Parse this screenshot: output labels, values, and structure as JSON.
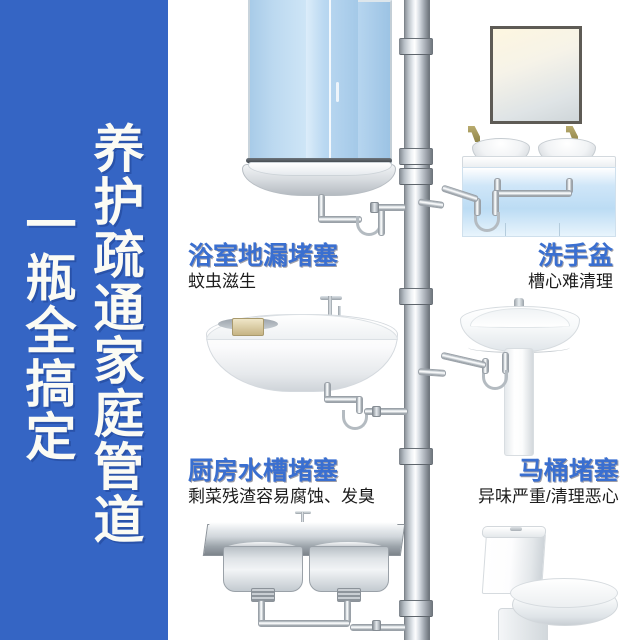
{
  "banner": {
    "background_color": "#3565C4",
    "text_color": "#FBFBF4",
    "main_line": "养护疏通家庭管道",
    "sub_line": "一瓶全搞定"
  },
  "theme": {
    "page_background": "#FFFFFF",
    "heading_color": "#3A6FD0",
    "subtext_color": "#1D1D1D",
    "pipe_color": "#A8AFB6",
    "glass_color": "#B4D5EF"
  },
  "labels": [
    {
      "id": "shower-floor-drain",
      "title": "浴室地漏堵塞",
      "subtitle": "蚊虫滋生"
    },
    {
      "id": "wash-basin",
      "title": "洗手盆",
      "subtitle": "槽心难清理"
    },
    {
      "id": "kitchen-sink",
      "title": "厨房水槽堵塞",
      "subtitle": "剩菜残渣容易腐蚀、发臭"
    },
    {
      "id": "toilet",
      "title": "马桶堵塞",
      "subtitle": "异味严重/清理恶心"
    }
  ],
  "fixtures": {
    "shower_enclosure": "shower-enclosure",
    "vanity_mirror": "bathroom-vanity-with-mirror",
    "bathtub": "freestanding-bathtub",
    "pedestal_sink": "pedestal-wash-basin",
    "kitchen_sink": "double-bowl-kitchen-sink",
    "toilet": "one-piece-toilet",
    "soil_stack": "vertical-drain-stack"
  }
}
